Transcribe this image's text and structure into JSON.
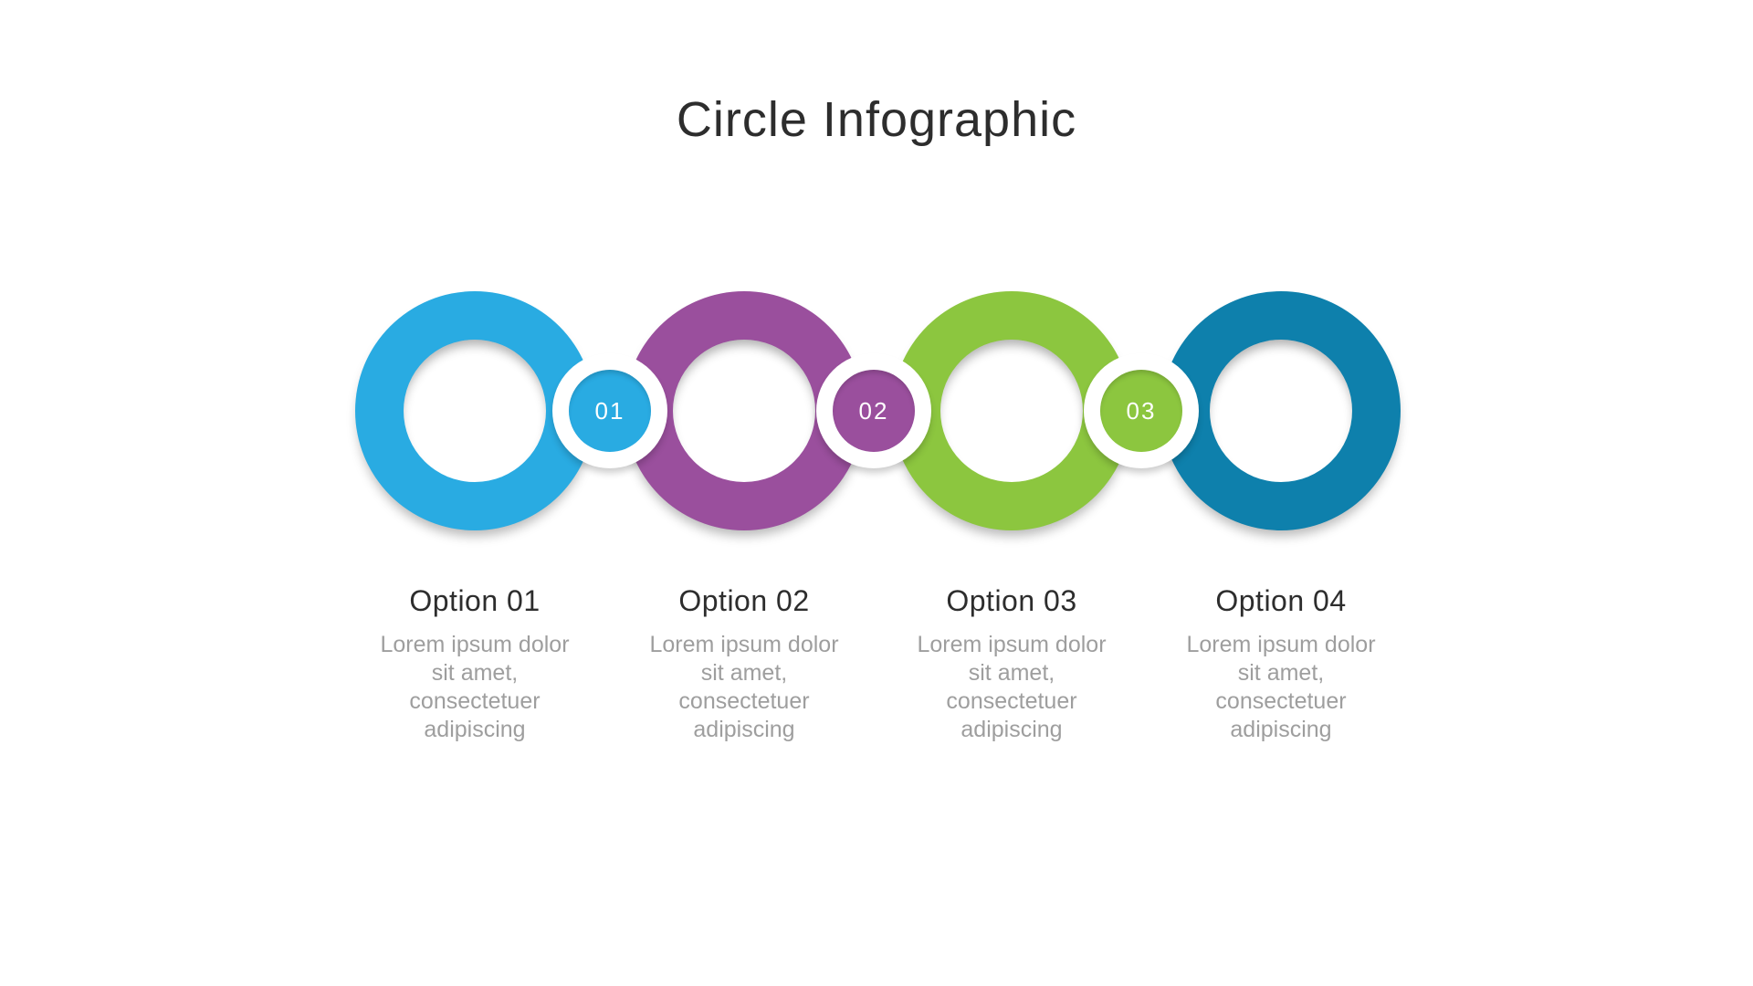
{
  "title": "Circle Infographic",
  "palette": {
    "cyan": "#29ABE2",
    "purple": "#9A4F9D",
    "green": "#8CC63F",
    "teal": "#0E80AC",
    "heading_text": "#2D2D2D",
    "body_text": "#9E9E9E",
    "background": "#FFFFFF"
  },
  "steps": [
    {
      "heading": "Option 01",
      "body": "Lorem ipsum dolor\nsit amet,\nconsectetuer\nadipiscing",
      "color": "#29ABE2"
    },
    {
      "heading": "Option 02",
      "body": "Lorem ipsum dolor\nsit amet,\nconsectetuer\nadipiscing",
      "color": "#9A4F9D"
    },
    {
      "heading": "Option 03",
      "body": "Lorem ipsum dolor\nsit amet,\nconsectetuer\nadipiscing",
      "color": "#8CC63F"
    },
    {
      "heading": "Option 04",
      "body": "Lorem ipsum dolor\nsit amet,\nconsectetuer\nadipiscing",
      "color": "#0E80AC"
    }
  ],
  "connectors": [
    {
      "label": "01",
      "color": "#29ABE2"
    },
    {
      "label": "02",
      "color": "#9A4F9D"
    },
    {
      "label": "03",
      "color": "#8CC63F"
    }
  ]
}
